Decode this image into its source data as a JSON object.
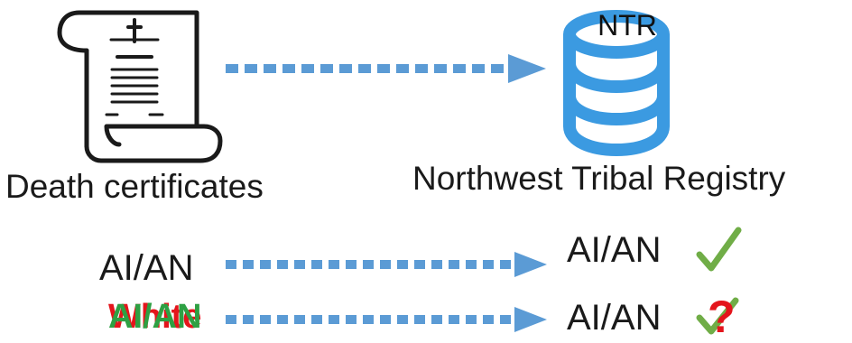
{
  "source": {
    "icon": "death-certificate-scroll-icon",
    "label": "Death certificates"
  },
  "target": {
    "icon": "database-icon",
    "icon_text": "NTR",
    "label": "Northwest Tribal Registry"
  },
  "rows": [
    {
      "left": "AI/AN",
      "right": "AI/AN",
      "result_icon": "check-icon"
    },
    {
      "left_struck": "White",
      "left_overlay": "AI/AN",
      "right": "AI/AN",
      "result_icon": "check-icon",
      "result_overlay": "?"
    }
  ],
  "colors": {
    "arrow": "#5b9bd5",
    "database": "#3b9ae1",
    "check": "#70ad47",
    "question": "#e4151c",
    "struck_text": "#e4151c",
    "overlay_text": "#2ea043"
  }
}
